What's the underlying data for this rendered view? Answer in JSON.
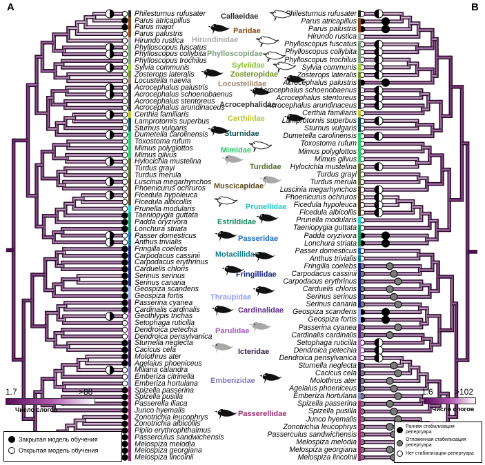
{
  "panels": {
    "left": "A",
    "right": "B"
  },
  "colors": {
    "branch_low": "#ffffff",
    "branch_high": "#5b0a5b",
    "branch_outline": "#2a0a2a",
    "node_closed": "#000000",
    "node_open": "#ffffff",
    "node_late": "#7a7a7a"
  },
  "species_left": [
    "Philesturnus rufusater",
    "Parus atricapillus",
    "Parus major",
    "Parus palustris",
    "Hirundo rustica",
    "Phylloscopus fuscatus",
    "Phylloscopus collybita",
    "Phylloscopus trochilus",
    "Sylvia communis",
    "Zosterops lateralis",
    "Locustella naevia",
    "Acrocephalus palustris",
    "Acrocephalus schoenobaenus",
    "Acrocephalus stentoreus",
    "Acrocephalus arundinaceus",
    "Certhia familiaris",
    "Lamprotornis superbus",
    "Sturnus vulgaris",
    "Dumetella carolinensis",
    "Toxostoma rufum",
    "Mimus polyglottos",
    "Mimus gilvus",
    "Hylocichla mustelina",
    "Turdus grayi",
    "Turdus merula",
    "Luscinia megarhynchos",
    "Phoenicurus ochruros",
    "Ficedula hypoleuca",
    "Ficedula albicollis",
    "Prunella modularis",
    "Taeniopygia guttata",
    "Padda oryzivora",
    "Lonchura striata",
    "Passer domesticus",
    "Anthus trivialis",
    "Fringilla coelebs",
    "Carpodacus cassinii",
    "Carpodacus erythrinus",
    "Carduelis chloris",
    "Serinus serinus",
    "Serinus canaria",
    "Geospiza scandens",
    "Geospiza fortis",
    "Passerina cyanea",
    "Cardinalis cardinalis",
    "Geothlypis trichas",
    "Setophaga ruticilla",
    "Dendroica petechia",
    "Dendroica pensylvanica",
    "Sturnella neglecta",
    "Cacicus cela",
    "Molothrus ater",
    "Agelaius phoeniceus",
    "Miliaria calandra",
    "Emberiza citrinella",
    "Emberiza hortulana",
    "Spizella passerina",
    "Spizella pusilla",
    "Passerella iliaca",
    "Junco hyemalis",
    "Zonotrichia leucophrys",
    "Zonotrichia albicollis",
    "Pipilo erythrophthalmus",
    "Passerculus sandwichensis",
    "Melospiza melodia",
    "Melospiza georgiana",
    "Melospiza lincolnii"
  ],
  "species_right": [
    "Philesturnus rufusater",
    "Parus atricapillus",
    "Parus palustris",
    "Hirundo rustica",
    "Phylloscopus fuscatus",
    "Phylloscopus collybita",
    "Phylloscopus trochilus",
    "Sylvia communis",
    "Zosterops lateralis",
    "Acrocephalus palustris",
    "Acrocephalus schoenobaenus",
    "Acrocephalus stentoreus",
    "Acrocephalus arundinaceus",
    "Certhia familiaris",
    "Lamprotornis superbus",
    "Sturnus vulgaris",
    "Dumetella carolinensis",
    "Toxostoma rufum",
    "Mimus polyglottos",
    "Mimus gilvus",
    "Hylocichla mustelina",
    "Turdus grayi",
    "Turdus merula",
    "Luscinia megarhynchos",
    "Phoenicurus ochruros",
    "Ficedula hypoleuca",
    "Ficedula albicollis",
    "Prunella modularis",
    "Taeniopygia guttata",
    "Padda oryzivora",
    "Lonchura striata",
    "Passer domesticus",
    "Anthus trivialis",
    "Fringilla coelebs",
    "Carpodacus cassinii",
    "Carpodacus erythrinus",
    "Carduelis chloris",
    "Serinus serinus",
    "Serinus canaria",
    "Geospiza scandens",
    "Geospiza fortis",
    "Passerina cyanea",
    "Cardinalis cardinalis",
    "Setophaga ruticilla",
    "Dendroica petechia",
    "Dendroica pensylvanica",
    "Sturnella neglecta",
    "Cacicus cela",
    "Molothrus ater",
    "Agelaius phoeniceus",
    "Emberiza hortulana",
    "Spizella passerina",
    "Spizella pusilla",
    "Junco hyemalis",
    "Zonotrichia leucophrys",
    "Passerculus sandwichensis",
    "Melospiza melodia",
    "Melospiza georgiana",
    "Melospiza lincolnii"
  ],
  "families": [
    {
      "name": "Callaeidae",
      "color": "#2a2a2a",
      "rows_left": [
        0,
        0
      ],
      "rows_right": [
        0,
        0
      ]
    },
    {
      "name": "Paridae",
      "color": "#8b4513",
      "rows_left": [
        1,
        3
      ],
      "rows_right": [
        1,
        2
      ]
    },
    {
      "name": "Hirundinidae",
      "color": "#a9a9a9",
      "rows_left": [
        4,
        4
      ],
      "rows_right": [
        3,
        3
      ]
    },
    {
      "name": "Phylloscopidae",
      "color": "#7f9f7f",
      "rows_left": [
        5,
        7
      ],
      "rows_right": [
        4,
        6
      ]
    },
    {
      "name": "Sylviidae",
      "color": "#9acd32",
      "rows_left": [
        8,
        8
      ],
      "rows_right": [
        7,
        7
      ]
    },
    {
      "name": "Zosteropidae",
      "color": "#6b8e23",
      "rows_left": [
        9,
        9
      ],
      "rows_right": [
        8,
        8
      ]
    },
    {
      "name": "Locustellidae",
      "color": "#a0826d",
      "rows_left": [
        10,
        10
      ],
      "rows_right": [
        9,
        9
      ]
    },
    {
      "name": "Acrocephalidae",
      "color": "#333333",
      "rows_left": [
        11,
        14
      ],
      "rows_right": [
        9,
        12
      ]
    },
    {
      "name": "Certhiidae",
      "color": "#c2c92e",
      "rows_left": [
        15,
        15
      ],
      "rows_right": [
        13,
        13
      ]
    },
    {
      "name": "Sturnidae",
      "color": "#0f4f4f",
      "rows_left": [
        16,
        17
      ],
      "rows_right": [
        14,
        15
      ]
    },
    {
      "name": "Mimidae",
      "color": "#2ecc71",
      "rows_left": [
        18,
        21
      ],
      "rows_right": [
        16,
        19
      ]
    },
    {
      "name": "Turdidae",
      "color": "#556b2f",
      "rows_left": [
        22,
        24
      ],
      "rows_right": [
        20,
        22
      ]
    },
    {
      "name": "Muscicapidae",
      "color": "#4b4020",
      "rows_left": [
        25,
        28
      ],
      "rows_right": [
        23,
        26
      ]
    },
    {
      "name": "Prunellidae",
      "color": "#22d3d3",
      "rows_left": [
        29,
        29
      ],
      "rows_right": [
        27,
        27
      ]
    },
    {
      "name": "Estrildidae",
      "color": "#1a9c6a",
      "rows_left": [
        30,
        32
      ],
      "rows_right": [
        28,
        30
      ]
    },
    {
      "name": "Passeridae",
      "color": "#1565c0",
      "rows_left": [
        33,
        33
      ],
      "rows_right": [
        31,
        31
      ]
    },
    {
      "name": "Motacillidae",
      "color": "#117a8b",
      "rows_left": [
        34,
        34
      ],
      "rows_right": [
        32,
        32
      ]
    },
    {
      "name": "Fringillidae",
      "color": "#1a237e",
      "rows_left": [
        35,
        40
      ],
      "rows_right": [
        33,
        38
      ]
    },
    {
      "name": "Thraupidae",
      "color": "#9aa8f0",
      "rows_left": [
        41,
        42
      ],
      "rows_right": [
        39,
        40
      ]
    },
    {
      "name": "Cardinalidae",
      "color": "#5c2a86",
      "rows_left": [
        43,
        44
      ],
      "rows_right": [
        41,
        42
      ]
    },
    {
      "name": "Parulidae",
      "color": "#b065c0",
      "rows_left": [
        45,
        48
      ],
      "rows_right": [
        43,
        45
      ]
    },
    {
      "name": "Icteridae",
      "color": "#2e1a4d",
      "rows_left": [
        49,
        52
      ],
      "rows_right": [
        46,
        49
      ]
    },
    {
      "name": "Emberizidae",
      "color": "#8080c0",
      "rows_left": [
        53,
        55
      ],
      "rows_right": [
        50,
        50
      ]
    },
    {
      "name": "Passerellidae",
      "color": "#9c2a6e",
      "rows_left": [
        56,
        66
      ],
      "rows_right": [
        51,
        58
      ]
    }
  ],
  "family_labels": [
    {
      "name": "Callaeidae",
      "color": "#2a2a2a"
    },
    {
      "name": "Paridae",
      "color": "#8b4513"
    },
    {
      "name": "Hirundinidae",
      "color": "#a9a9a9"
    },
    {
      "name": "Phylloscopidae",
      "color": "#7f9f7f"
    },
    {
      "name": "Sylviidae",
      "color": "#8fbf2f"
    },
    {
      "name": "Zosteropidae",
      "color": "#6b8e23"
    },
    {
      "name": "Locustellidae",
      "color": "#a0826d"
    },
    {
      "name": "Acrocephalidae",
      "color": "#333333"
    },
    {
      "name": "Certhiidae",
      "color": "#b8c02a"
    },
    {
      "name": "Sturnidae",
      "color": "#0f4f4f"
    },
    {
      "name": "Mimidae",
      "color": "#22c55e"
    },
    {
      "name": "Turdidae",
      "color": "#556b2f"
    },
    {
      "name": "Muscicapidae",
      "color": "#5a4a1a"
    },
    {
      "name": "Prunellidae",
      "color": "#1ac6c6"
    },
    {
      "name": "Estrildidae",
      "color": "#138a5e"
    },
    {
      "name": "Passeridae",
      "color": "#1565c0"
    },
    {
      "name": "Motacillidae",
      "color": "#117a8b"
    },
    {
      "name": "Fringillidae",
      "color": "#1a237e"
    },
    {
      "name": "Thraupidae",
      "color": "#8c9be8"
    },
    {
      "name": "Cardinalidae",
      "color": "#5c2a86"
    },
    {
      "name": "Parulidae",
      "color": "#a85bb8"
    },
    {
      "name": "Icteridae",
      "color": "#2e1a4d"
    },
    {
      "name": "Emberizidae",
      "color": "#7a7ab8"
    },
    {
      "name": "Passerellidae",
      "color": "#9c2a6e"
    }
  ],
  "legend_left": {
    "min": "1.7",
    "max": ">88",
    "caption": "Число слогов",
    "closed_label": "Закрытая модель обучения",
    "open_label": "Открытая модель обучения"
  },
  "legend_right": {
    "min": "1.6",
    "max": ">102",
    "caption": "Число слогов",
    "early_label": "Ранняя стабилизация репертуара",
    "late_label": "Отложенная стабилизация репертуара",
    "none_label": "Нет стабилизации репертуара"
  },
  "nodes_left_closed": [
    1,
    2,
    30,
    31,
    32,
    35,
    36,
    37,
    38,
    39,
    40,
    41,
    42,
    43,
    44,
    49,
    50,
    51,
    52,
    56,
    57,
    58,
    59,
    60,
    61,
    62,
    63,
    64,
    65,
    66
  ],
  "nodes_left_half": [
    0,
    5,
    6,
    8,
    11,
    12,
    15,
    18,
    22,
    25,
    27,
    33,
    34,
    45,
    53
  ],
  "nodes_right_early": [
    1,
    2,
    9,
    29,
    30,
    39,
    40
  ],
  "nodes_right_late": [
    33,
    34,
    35,
    36,
    37,
    38,
    41,
    42,
    46,
    47,
    48,
    49,
    50,
    51,
    52,
    53,
    54,
    55,
    56,
    57,
    58
  ],
  "nodes_right_half": [
    0,
    4,
    5,
    6,
    7,
    8,
    10,
    11,
    12,
    14,
    16,
    20,
    23,
    24,
    25,
    26,
    43,
    44,
    45
  ]
}
